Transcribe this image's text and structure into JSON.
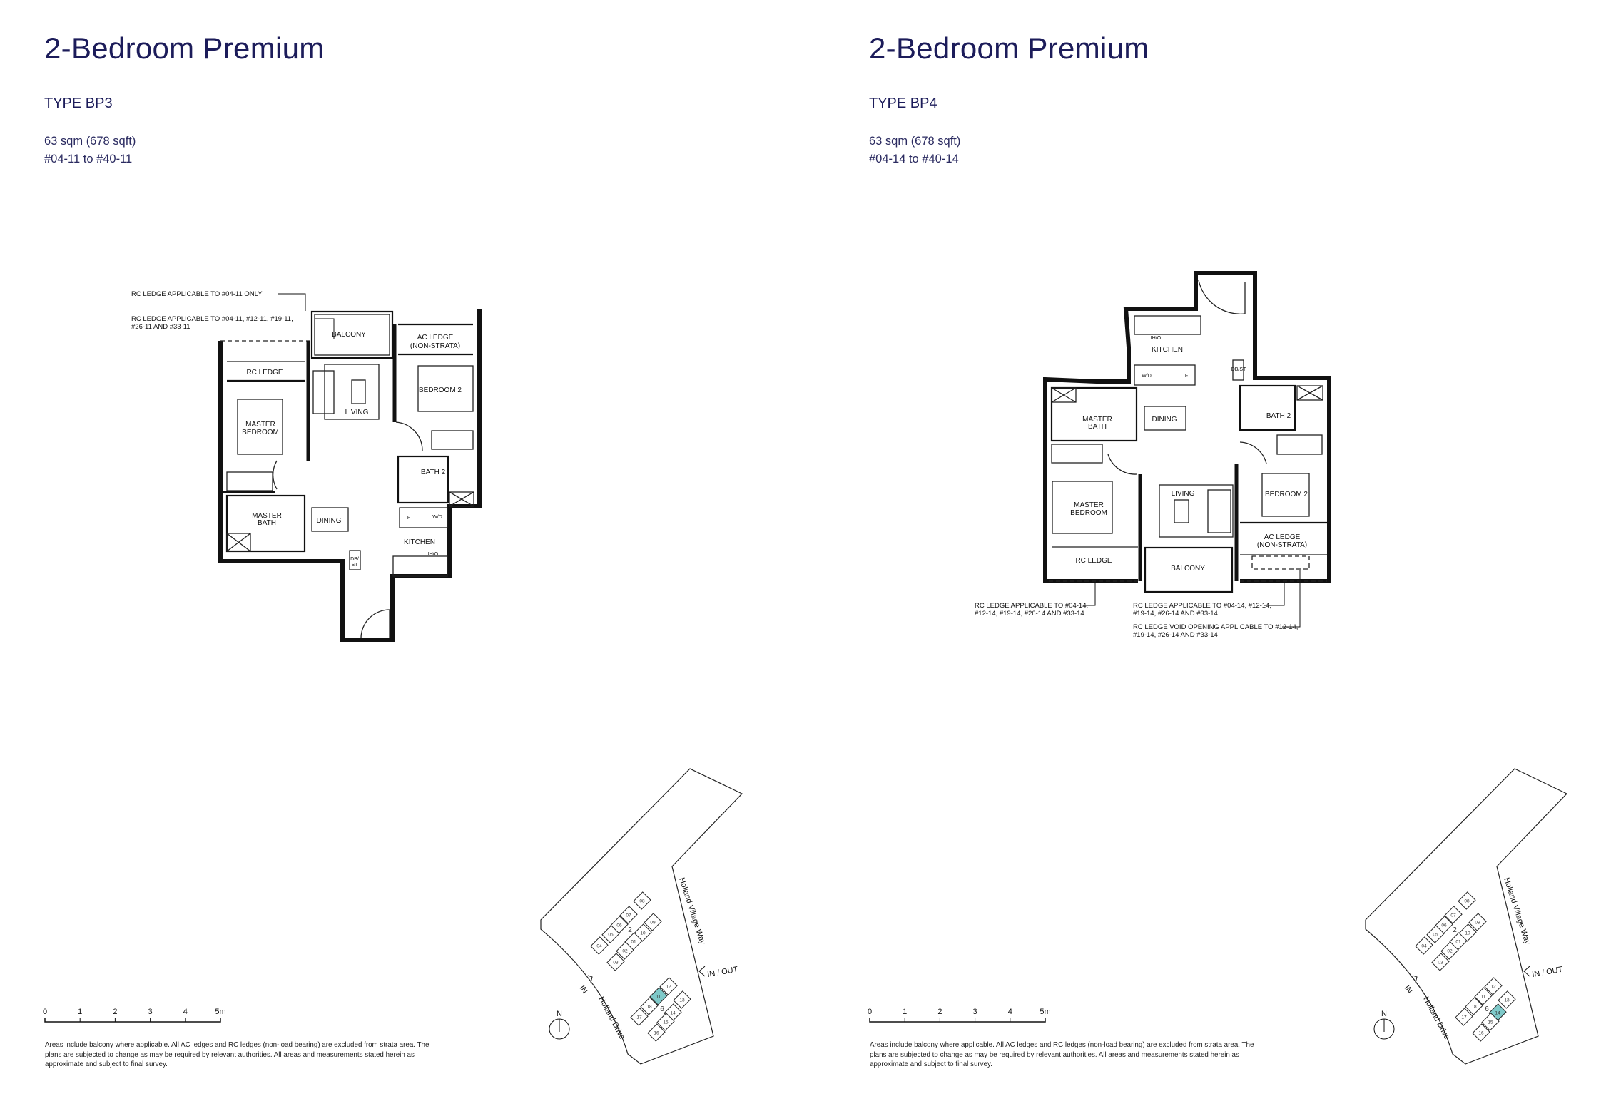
{
  "pages": [
    {
      "title": "2-Bedroom Premium",
      "type": "TYPE BP3",
      "area": "63 sqm (678 sqft)",
      "units": "#04-11 to #40-11",
      "rooms": {
        "balcony": "BALCONY",
        "ac_ledge_1": "AC LEDGE",
        "ac_ledge_2": "(NON-STRATA)",
        "rc_ledge": "RC LEDGE",
        "living": "LIVING",
        "bedroom2": "BEDROOM 2",
        "master_bedroom_1": "MASTER",
        "master_bedroom_2": "BEDROOM",
        "bath2": "BATH 2",
        "master_bath_1": "MASTER",
        "master_bath_2": "BATH",
        "dining": "DINING",
        "kitchen": "KITCHEN",
        "dbst_1": "DB/",
        "dbst_2": "ST",
        "fridge": "F",
        "washer_dryer": "W/D",
        "hob_oven": "IH/O"
      },
      "callouts": [
        {
          "lines": [
            "RC LEDGE APPLICABLE TO #04-11 ONLY"
          ]
        },
        {
          "lines": [
            "RC LEDGE APPLICABLE TO #04-11, #12-11, #19-11,",
            "#26-11 AND #33-11"
          ]
        }
      ],
      "highlighted_unit": "11"
    },
    {
      "title": "2-Bedroom Premium",
      "type": "TYPE BP4",
      "area": "63 sqm (678 sqft)",
      "units": "#04-14 to #40-14",
      "rooms": {
        "balcony": "BALCONY",
        "ac_ledge_1": "AC LEDGE",
        "ac_ledge_2": "(NON-STRATA)",
        "rc_ledge": "RC LEDGE",
        "living": "LIVING",
        "bedroom2": "BEDROOM 2",
        "master_bedroom_1": "MASTER",
        "master_bedroom_2": "BEDROOM",
        "bath2": "BATH 2",
        "master_bath_1": "MASTER",
        "master_bath_2": "BATH",
        "dining": "DINING",
        "kitchen": "KITCHEN",
        "dbst": "DB/ST",
        "fridge": "F",
        "washer_dryer": "W/D",
        "hob_oven": "IH/O"
      },
      "callouts": [
        {
          "lines": [
            "RC LEDGE APPLICABLE TO #04-14,",
            "#12-14, #19-14, #26-14 AND #33-14"
          ]
        },
        {
          "lines": [
            "RC LEDGE APPLICABLE TO #04-14, #12-14,",
            "#19-14, #26-14 AND #33-14"
          ]
        },
        {
          "lines": [
            "RC LEDGE VOID OPENING APPLICABLE TO #12-14,",
            "#19-14, #26-14 AND #33-14"
          ]
        }
      ],
      "highlighted_unit": "14"
    }
  ],
  "scale_bar": {
    "ticks": [
      "0",
      "1",
      "2",
      "3",
      "4",
      "5m"
    ]
  },
  "disclaimer": "Areas include balcony where applicable. All AC ledges and RC ledges (non-load bearing) are excluded from strata area. The plans are subjected to change as may be required by relevant authorities. All areas and measurements stated herein as approximate and subject to final survey.",
  "site_plan": {
    "north": "N",
    "roads": {
      "holland_village_way": "Holland Village Way",
      "holland_drive": "Holland Drive"
    },
    "entrances": {
      "in": "IN",
      "in_out": "IN / OUT"
    },
    "blocks": [
      {
        "block": "2",
        "units": [
          "08",
          "07",
          "06",
          "05",
          "04",
          "10",
          "09",
          "01",
          "02",
          "03"
        ]
      },
      {
        "block": "6",
        "units": [
          "12",
          "11",
          "13",
          "18",
          "14",
          "17",
          "15",
          "16"
        ]
      }
    ],
    "highlight_color": "#7ec9c9"
  },
  "colors": {
    "heading": "#1c1c5a"
  }
}
